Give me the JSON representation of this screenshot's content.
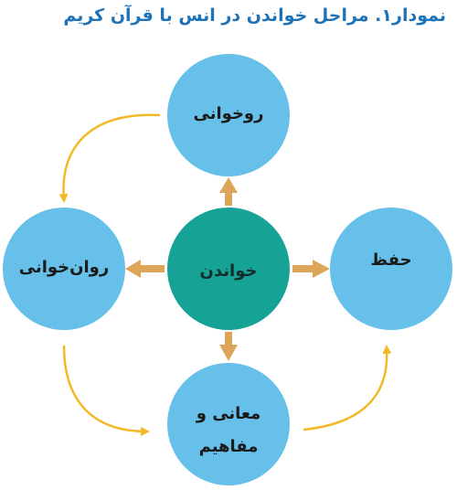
{
  "title": "نمودار۱. مراحل خواندن در انس با قرآن کریم",
  "colors": {
    "title": "#1d72b8",
    "outer_circle": "#67c0ea",
    "center_circle": "#16a294",
    "arrow": "#dca55a",
    "curve": "#f3b826"
  },
  "nodes": {
    "center": "خواندن",
    "top": "روخوانی",
    "left": "روان‌خوانی",
    "right": "حفظ",
    "bottom_line1": "معانی و",
    "bottom_line2": "مفاهیم"
  }
}
